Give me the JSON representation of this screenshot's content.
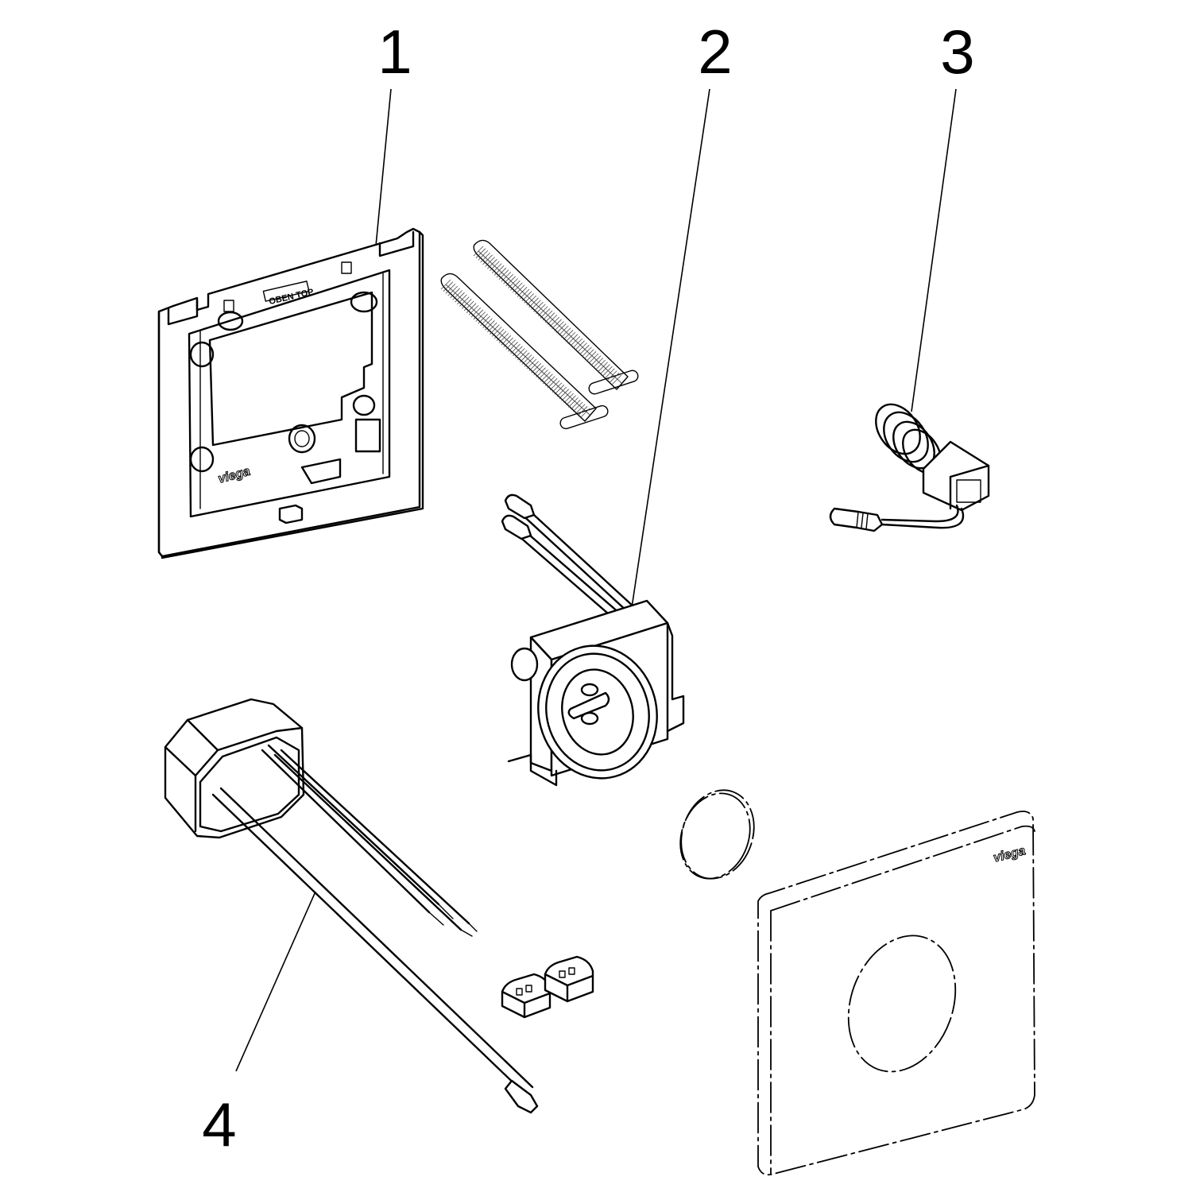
{
  "diagram": {
    "type": "exploded-parts-drawing",
    "callouts": [
      {
        "number": "1",
        "part": "mounting frame"
      },
      {
        "number": "2",
        "part": "sensor module with bracket"
      },
      {
        "number": "3",
        "part": "connector plug with cable"
      },
      {
        "number": "4",
        "part": "power supply unit with cables"
      }
    ],
    "unlabeled_parts": [
      "threaded mounting rods (2x)",
      "terminal connectors (2x)",
      "cover plate",
      "round cap"
    ],
    "frame_markings": {
      "top_label": "OBEN  TOP",
      "brand": "viega"
    },
    "cover_plate_brand": "viega"
  }
}
